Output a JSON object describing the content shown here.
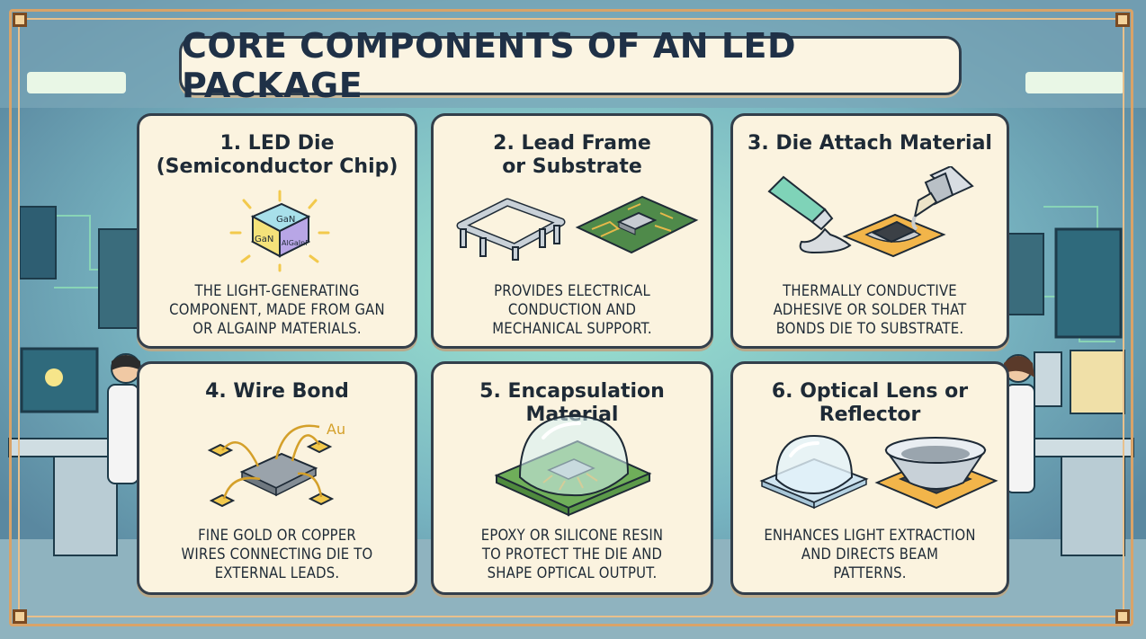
{
  "title": "CORE COMPONENTS OF AN LED PACKAGE",
  "cards": [
    {
      "number_title": "1. LED Die",
      "title_line2": "(Semiconductor Chip)",
      "chip_labels": [
        "GaN",
        "GaN",
        "AlGaInP"
      ],
      "desc_lines": [
        "THE LIGHT-GENERATING",
        "COMPONENT, MADE FROM GaN",
        "OR AlGaInP MATERIALS."
      ]
    },
    {
      "number_title": "2. Lead Frame",
      "title_line2": "or Substrate",
      "desc_lines": [
        "PROVIDES ELECTRICAL",
        "CONDUCTION AND",
        "MECHANICAL SUPPORT."
      ]
    },
    {
      "number_title": "3. Die Attach Material",
      "title_line2": "",
      "desc_lines": [
        "THERMALLY CONDUCTIVE",
        "ADHESIVE OR SOLDER THAT",
        "BONDS DIE TO SUBSTRATE."
      ]
    },
    {
      "number_title": "4. Wire Bond",
      "title_line2": "",
      "wire_label": "Au",
      "desc_lines": [
        "FINE GOLD OR COPPER",
        "WIRES CONNECTING DIE TO",
        "EXTERNAL LEADS."
      ]
    },
    {
      "number_title": "5. Encapsulation Material",
      "title_line2": "",
      "desc_lines": [
        "EPOXY OR SILICONE RESIN",
        "TO PROTECT THE DIE AND",
        "SHAPE OPTICAL OUTPUT."
      ]
    },
    {
      "number_title": "6. Optical Lens or",
      "title_line2": "Reflector",
      "desc_lines": [
        "ENHANCES LIGHT EXTRACTION",
        "AND DIRECTS BEAM",
        "PATTERNS."
      ]
    }
  ],
  "colors": {
    "card_bg": "#fbf3df",
    "card_border": "#333f4b",
    "frame": "#d9a368",
    "title_text": "#1f3147",
    "background": "#5f8fa6"
  }
}
